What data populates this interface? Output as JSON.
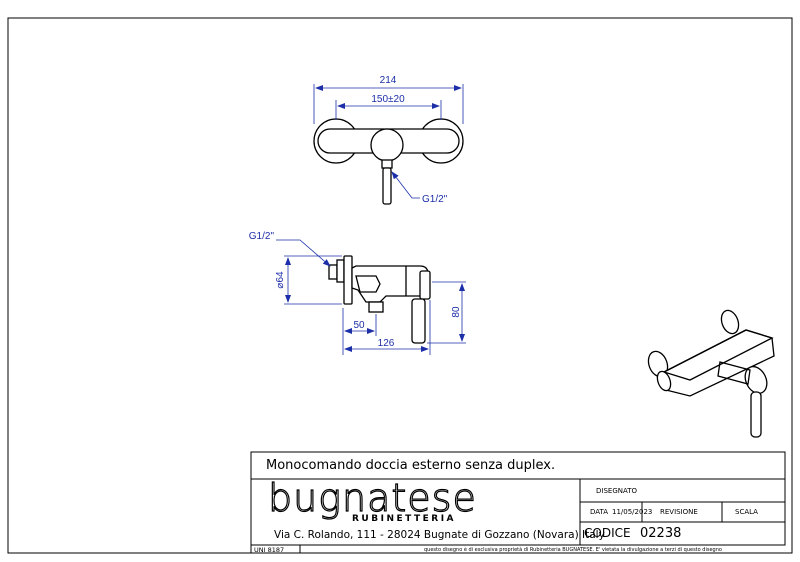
{
  "drawing": {
    "top_view": {
      "overall_width": "214",
      "centers": "150±20",
      "thread": "G1/2\""
    },
    "side_view": {
      "thread": "G1/2\"",
      "diameter": "⌀64",
      "offset": "50",
      "depth": "126",
      "height": "80"
    }
  },
  "title_block": {
    "description": "Monocomando doccia esterno senza duplex.",
    "brand": "bugnatese",
    "brand_sub": "RUBINETTERIA",
    "address": "Via C. Rolando, 111 - 28024 Bugnate di Gozzano (Novara) Italy",
    "disegnato_label": "DISEGNATO",
    "data_label": "DATA",
    "data_value": "11/05/2023",
    "revisione_label": "REVISIONE",
    "scala_label": "SCALA",
    "codice_label": "CODICE",
    "codice_value": "02238",
    "standard": "UNI 8187",
    "disclaimer": "questo disegno è di esclusiva proprietà di Rubinetteria BUGNATESE. E' vietata la divulgazione a terzi di questo disegno"
  },
  "colors": {
    "dimension": "#1c2fa8",
    "line": "#000000"
  }
}
